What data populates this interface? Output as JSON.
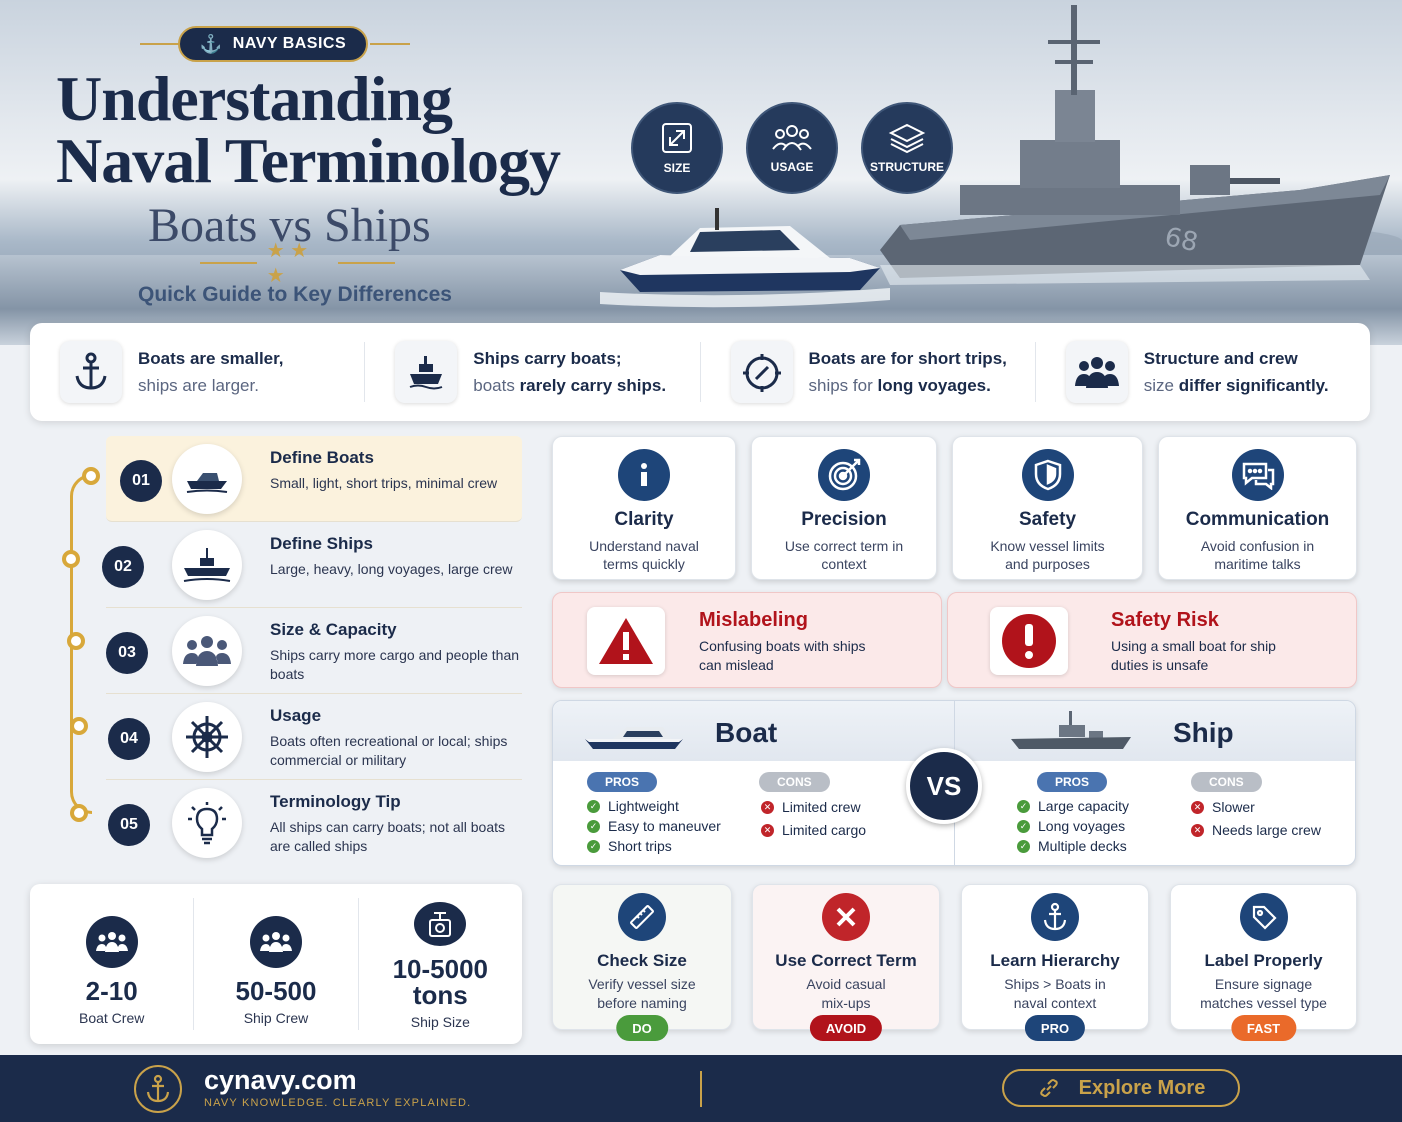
{
  "hero": {
    "badge": "NAVY BASICS",
    "title_line1": "Understanding",
    "title_line2": "Naval Terminology",
    "subtitle": "Boats vs Ships",
    "tagline": "Quick Guide to Key Differences",
    "circles": [
      {
        "label": "SIZE",
        "icon": "resize-icon"
      },
      {
        "label": "USAGE",
        "icon": "group-icon"
      },
      {
        "label": "STRUCTURE",
        "icon": "layers-icon"
      }
    ]
  },
  "facts": [
    {
      "icon": "anchor-icon",
      "bold1": "Boats are smaller,",
      "rest1": "",
      "line2_pre": "ships are larger.",
      "line2_bold": ""
    },
    {
      "icon": "ship-icon",
      "bold1": "Ships carry boats;",
      "rest1": "",
      "line2_pre": "boats ",
      "line2_bold": "rarely carry ships."
    },
    {
      "icon": "compass-icon",
      "bold1": "Boats are for short trips,",
      "rest1": "",
      "line2_pre": "ships for ",
      "line2_bold": "long voyages."
    },
    {
      "icon": "crew-icon",
      "bold1": "Structure and crew",
      "rest1": "",
      "line2_pre": "size ",
      "line2_bold": "differ significantly."
    }
  ],
  "steps": [
    {
      "num": "01",
      "title": "Define Boats",
      "desc": "Small, light, short trips, minimal crew",
      "icon": "boat-icon"
    },
    {
      "num": "02",
      "title": "Define Ships",
      "desc": "Large, heavy, long voyages, large crew",
      "icon": "warship-icon"
    },
    {
      "num": "03",
      "title": "Size & Capacity",
      "desc": "Ships carry more cargo and people than boats",
      "icon": "people-icon"
    },
    {
      "num": "04",
      "title": "Usage",
      "desc": "Boats often recreational or local; ships commercial or military",
      "icon": "helm-icon"
    },
    {
      "num": "05",
      "title": "Terminology Tip",
      "desc": "All ships can carry boats; not all boats are called ships",
      "icon": "bulb-icon"
    }
  ],
  "stats": [
    {
      "value": "2-10",
      "label": "Boat Crew",
      "icon": "crew-icon"
    },
    {
      "value": "50-500",
      "label": "Ship Crew",
      "icon": "crew-icon"
    },
    {
      "value": "10-5000 tons",
      "label": "Ship Size",
      "icon": "scale-icon"
    }
  ],
  "benefits": [
    {
      "title": "Clarity",
      "desc": "Understand naval terms quickly",
      "icon": "info-icon"
    },
    {
      "title": "Precision",
      "desc": "Use correct term in context",
      "icon": "target-icon"
    },
    {
      "title": "Safety",
      "desc": "Know vessel limits and purposes",
      "icon": "shield-icon"
    },
    {
      "title": "Communication",
      "desc": "Avoid confusion in maritime talks",
      "icon": "chat-icon"
    }
  ],
  "warnings": [
    {
      "title": "Mislabeling",
      "desc": "Confusing boats with ships can mislead",
      "icon": "warning-icon"
    },
    {
      "title": "Safety Risk",
      "desc": "Using a small boat for ship duties is unsafe",
      "icon": "alert-icon"
    }
  ],
  "compare": {
    "vs": "VS",
    "boat": {
      "title": "Boat",
      "pros_label": "PROS",
      "cons_label": "CONS",
      "pros": [
        "Lightweight",
        "Easy to maneuver",
        "Short trips"
      ],
      "cons": [
        "Limited crew",
        "Limited cargo"
      ]
    },
    "ship": {
      "title": "Ship",
      "pros_label": "PROS",
      "cons_label": "CONS",
      "pros": [
        "Large capacity",
        "Long voyages",
        "Multiple decks"
      ],
      "cons": [
        "Slower",
        "Needs large crew"
      ]
    }
  },
  "actions": [
    {
      "title": "Check Size",
      "desc": "Verify vessel size before naming",
      "tag": "DO",
      "tag_color": "#4a9b3c",
      "icon": "ruler-icon",
      "icon_bg": "#1e4579"
    },
    {
      "title": "Use Correct Term",
      "desc": "Avoid casual mix-ups",
      "tag": "AVOID",
      "tag_color": "#b1131b",
      "icon": "x-icon",
      "icon_bg": "#c0252a"
    },
    {
      "title": "Learn Hierarchy",
      "desc": "Ships > Boats in naval context",
      "tag": "PRO",
      "tag_color": "#1e4579",
      "icon": "anchor-icon",
      "icon_bg": "#1e4579"
    },
    {
      "title": "Label Properly",
      "desc": "Ensure signage matches vessel type",
      "tag": "FAST",
      "tag_color": "#ea6a2a",
      "icon": "tag-icon",
      "icon_bg": "#1e4579"
    }
  ],
  "footer": {
    "site": "cynavy.com",
    "tagline": "NAVY KNOWLEDGE. CLEARLY EXPLAINED.",
    "button": "Explore More"
  }
}
